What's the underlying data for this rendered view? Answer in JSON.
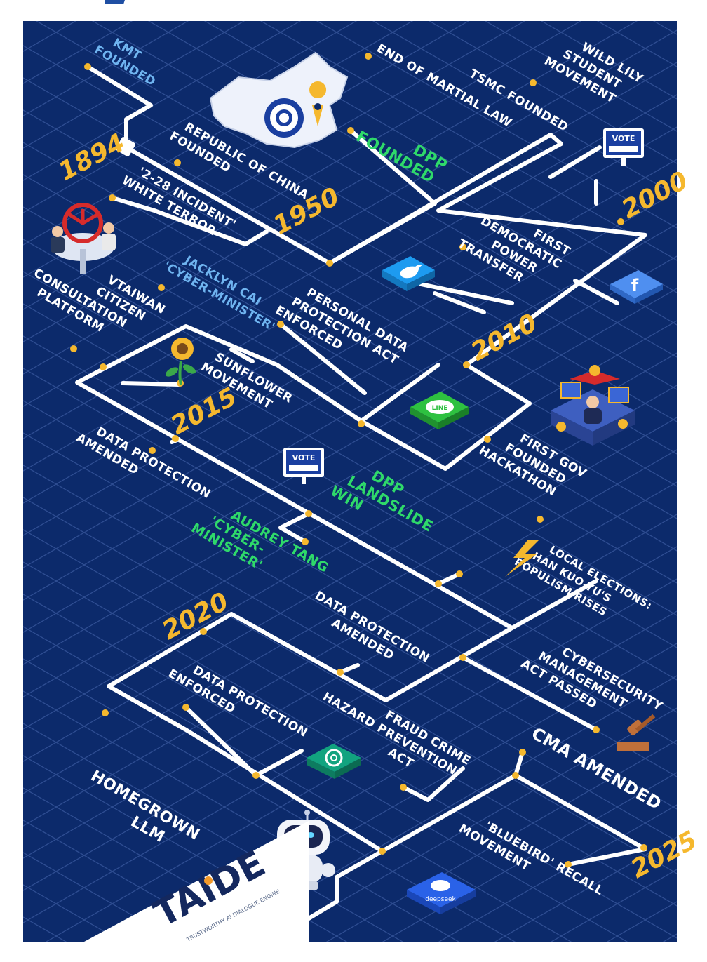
{
  "colors": {
    "background": "#0c2a6b",
    "grid": "#2f4e93",
    "line": "#ffffff",
    "dot": "#f5b82e",
    "year": "#f5b82e",
    "label_white": "#ffffff",
    "label_blue": "#6fb4f0",
    "label_green": "#2fd96a"
  },
  "years": {
    "y1894": "1894",
    "y1950": "1950",
    "y2000": "2000",
    "y2010": "2010",
    "y2015": "2015",
    "y2020": "2020",
    "y2025": "2025"
  },
  "events": {
    "kmt": [
      "KMT",
      "FOUNDED"
    ],
    "roc": [
      "REPUBLIC OF CHINA",
      "FOUNDED"
    ],
    "incident228": [
      "'2-28 INCIDENT'",
      "WHITE TERROR"
    ],
    "martial": [
      "END OF MARTIAL LAW"
    ],
    "dpp": [
      "DPP",
      "FOUNDED"
    ],
    "tsmc": [
      "TSMC FOUNDED"
    ],
    "wildlily": [
      "WILD LILY",
      "STUDENT",
      "MOVEMENT"
    ],
    "firstdem": [
      "FIRST",
      "DEMOCRATIC",
      "POWER",
      "TRANSFER"
    ],
    "jacklyn": [
      "JACKLYN CAI",
      "'CYBER-MINISTER'"
    ],
    "pdpa": [
      "PERSONAL DATA",
      "PROTECTION ACT",
      "ENFORCED"
    ],
    "vtaiwan": [
      "VTAIWAN",
      "CITIZEN",
      "CONSULTATION",
      "PLATFORM"
    ],
    "sunflower": [
      "SUNFLOWER",
      "MOVEMENT"
    ],
    "dataamend1": [
      "DATA PROTECTION",
      "AMENDED"
    ],
    "govhack": [
      "FIRST GOV",
      "FOUNDED",
      "HACKATHON"
    ],
    "landslide": [
      "DPP",
      "LANDSLIDE",
      "WIN"
    ],
    "audrey": [
      "AUDREY TANG",
      "'CYBER-",
      "MINISTER'"
    ],
    "localelect": [
      "LOCAL ELECTIONS:",
      "HAN KUO-YU'S",
      "POPULISM RISES"
    ],
    "dataamend2": [
      "DATA PROTECTION",
      "AMENDED"
    ],
    "cyberact": [
      "CYBERSECURITY",
      "MANAGEMENT",
      "ACT PASSED"
    ],
    "dataenforced": [
      "DATA PROTECTION",
      "ENFORCED"
    ],
    "fraud": [
      "FRAUD CRIME",
      "HAZARD PREVENTION",
      "ACT"
    ],
    "cma": [
      "CMA AMENDED"
    ],
    "homegrown": [
      "HOMEGROWN",
      "LLM"
    ],
    "bluebird": [
      "'BLUEBIRD' RECALL",
      "MOVEMENT"
    ]
  },
  "icons": {
    "vote1": "VOTE",
    "vote2": "VOTE",
    "line": "LINE",
    "facebook": "f",
    "deepseek": "deepseek",
    "taide": "TAIDE",
    "taide_sub": "TRUSTWORTHY AI DIALOGUE ENGINE"
  }
}
